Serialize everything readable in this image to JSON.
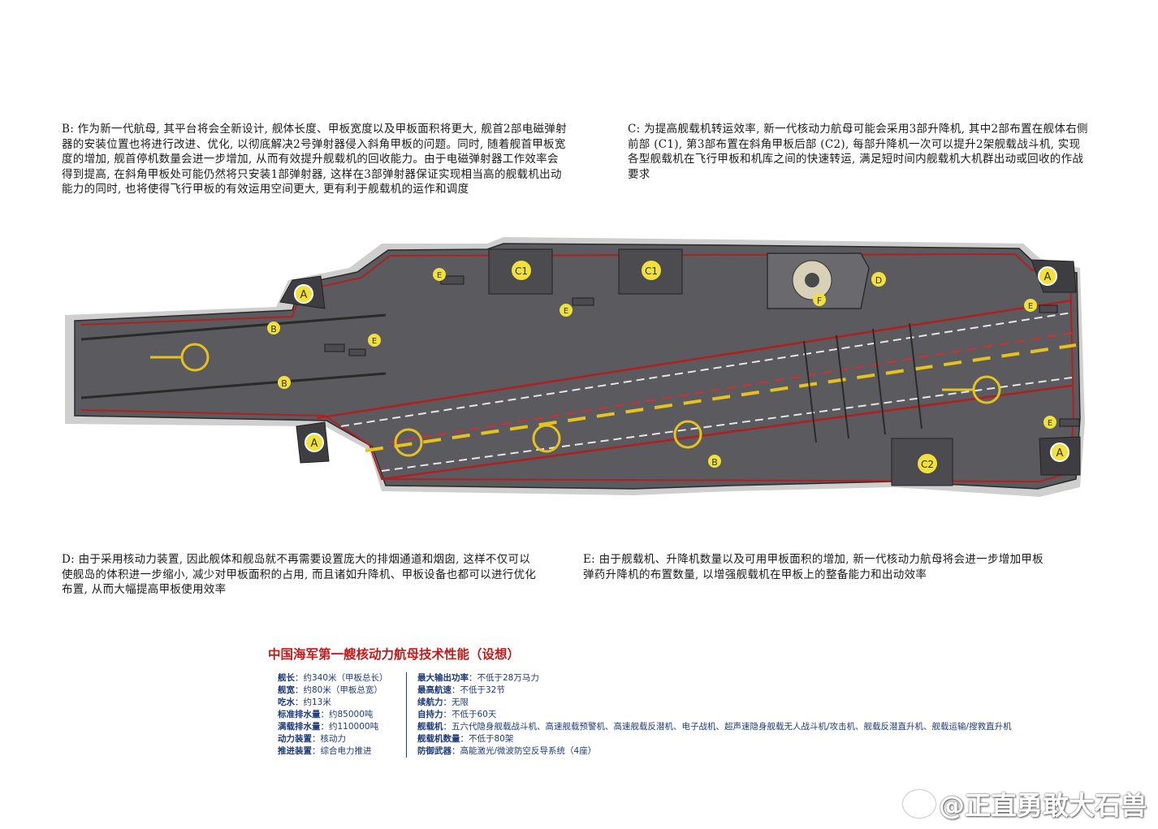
{
  "notes": {
    "b": "B: 作为新一代航母, 其平台将会全新设计, 舰体长度、甲板宽度以及甲板面积将更大, 舰首2部电磁弹射器的安装位置也将进行改进、优化, 以彻底解决2号弹射器侵入斜角甲板的问题。同时, 随着舰首甲板宽度的增加, 舰首停机数量会进一步增加, 从而有效提升舰载机的回收能力。由于电磁弹射器工作效率会得到提高, 在斜角甲板处可能仍然将只安装1部弹射器, 这样在3部弹射器保证实现相当高的舰载机出动能力的同时, 也将使得飞行甲板的有效运用空间更大, 更有利于舰载机的运作和调度",
    "c": "C: 为提高舰载机转运效率, 新一代核动力航母可能会采用3部升降机, 其中2部布置在舰体右侧前部 (C1), 第3部布置在斜角甲板后部 (C2), 每部升降机一次可以提升2架舰载战斗机, 实现各型舰载机在飞行甲板和机库之间的快速转运, 满足短时间内舰载机大机群出动或回收的作战要求",
    "d": "D: 由于采用核动力装置, 因此舰体和舰岛就不再需要设置庞大的排烟通道和烟囱, 这样不仅可以使舰岛的体积进一步缩小, 减少对甲板面积的占用, 而且诸如升降机、甲板设备也都可以进行优化布置, 从而大幅提高甲板使用效率",
    "e": "E: 由于舰载机、升降机数量以及可用甲板面积的增加, 新一代核动力航母将会进一步增加甲板弹药升降机的布置数量, 以增强舰载机在甲板上的整备能力和出动效率"
  },
  "diagram": {
    "labels": {
      "a": "A",
      "b": "B",
      "c1": "C1",
      "c2": "C2",
      "d": "D",
      "e": "E",
      "f": "F"
    },
    "colors": {
      "deck": "#5b5a5e",
      "label_fill": "#f2e03c",
      "edge_red": "#b02020",
      "centerline": "#e6c21e"
    }
  },
  "specs": {
    "title": "中国海军第一艘核动力航母技术性能（设想）",
    "left": [
      {
        "key": "舰长",
        "value": "约340米（甲板总长）"
      },
      {
        "key": "舰宽",
        "value": "约80米（甲板总宽）"
      },
      {
        "key": "吃水",
        "value": "约13米"
      },
      {
        "key": "标准排水量",
        "value": "约85000吨"
      },
      {
        "key": "满载排水量",
        "value": "约110000吨"
      },
      {
        "key": "动力装置",
        "value": "核动力"
      },
      {
        "key": "推进装置",
        "value": "综合电力推进"
      }
    ],
    "right": [
      {
        "key": "最大输出功率",
        "value": "不低于28万马力"
      },
      {
        "key": "最高航速",
        "value": "不低于32节"
      },
      {
        "key": "续航力",
        "value": "无限"
      },
      {
        "key": "自持力",
        "value": "不低于60天"
      },
      {
        "key": "舰载机",
        "value": "五六代隐身舰载战斗机、高速舰载预警机、高速舰载反潜机、电子战机、超声速隐身舰载无人战斗机/攻击机、舰载反潜直升机、舰载运输/搜救直升机"
      },
      {
        "key": "舰载机数量",
        "value": "不低于80架"
      },
      {
        "key": "防御武器",
        "value": "高能激光/微波防空反导系统（4座）"
      }
    ]
  },
  "watermark": "@正直勇敢大石兽"
}
